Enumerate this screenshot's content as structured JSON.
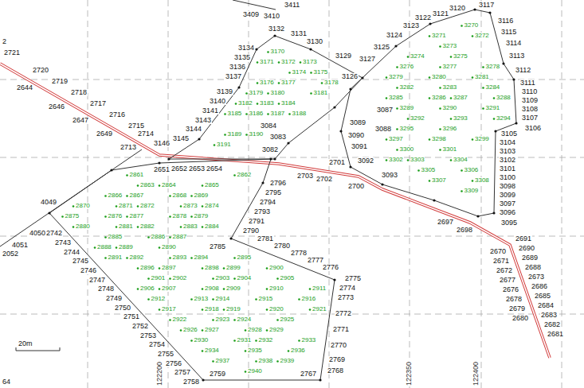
{
  "diagram": {
    "labels": [
      "3411",
      "3410",
      "3409",
      "2721",
      "2644",
      "2720",
      "2719",
      "2646",
      "2718",
      "2647",
      "2717",
      "2716",
      "2649",
      "2715",
      "2714",
      "2713",
      "4049",
      "4050",
      "4051",
      "2052",
      "2742",
      "2743",
      "2744",
      "2745",
      "2746",
      "2747",
      "2748",
      "2749",
      "2750",
      "2751",
      "2752",
      "2753",
      "2754",
      "2755",
      "2756",
      "2757",
      "2758",
      "2759",
      "2767",
      "2768",
      "2769",
      "2770",
      "2771",
      "2772",
      "2773",
      "2774",
      "2775",
      "2776",
      "2777",
      "2778",
      "2780",
      "2781",
      "2790",
      "2791",
      "2793",
      "2794",
      "2795",
      "2796",
      "2785",
      "2651",
      "2652",
      "2653",
      "2654",
      "3146",
      "3145",
      "3144",
      "3143",
      "3141",
      "3140",
      "3139",
      "3137",
      "3136",
      "3135",
      "3134",
      "3132",
      "3131",
      "3130",
      "3129",
      "3084",
      "3083",
      "3082",
      "2703",
      "2702",
      "2701",
      "2700",
      "3126",
      "3127",
      "3125",
      "3124",
      "3123",
      "3122",
      "3121",
      "3120",
      "3117",
      "3116",
      "3115",
      "3114",
      "3113",
      "3112",
      "3111",
      "3110",
      "3109",
      "3108",
      "3107",
      "3106",
      "3105",
      "3104",
      "3103",
      "3102",
      "3101",
      "3100",
      "3098",
      "3099",
      "3097",
      "3096",
      "3095",
      "3093",
      "3092",
      "3091",
      "3090",
      "3089",
      "3088",
      "3087",
      "2697",
      "2698",
      "2691",
      "2690",
      "2689",
      "2688",
      "2673",
      "2686",
      "2685",
      "2684",
      "2683",
      "2682",
      "2681",
      "2670",
      "2671",
      "2672",
      "2677",
      "2676",
      "2678",
      "2679",
      "2680",
      "122200",
      "122350",
      "122400",
      "20m",
      "2",
      "64",
      "2861",
      "2862",
      "2863",
      "2864",
      "2865",
      "2866",
      "2867",
      "2868",
      "2869",
      "2870",
      "2871",
      "2872",
      "2873",
      "2874",
      "2875",
      "2876",
      "2877",
      "2878",
      "2879",
      "2880",
      "2881",
      "2882",
      "2883",
      "2884",
      "2885",
      "2886",
      "2887",
      "2888",
      "2889",
      "2890",
      "2891",
      "2892",
      "2893",
      "2894",
      "2895",
      "2896",
      "2897",
      "2898",
      "2899",
      "2900",
      "2901",
      "2902",
      "2903",
      "2904",
      "2905",
      "2906",
      "2907",
      "2908",
      "2909",
      "2910",
      "2911",
      "2912",
      "2913",
      "2914",
      "2915",
      "2916",
      "2917",
      "2918",
      "2919",
      "2920",
      "2921",
      "2922",
      "2923",
      "2924",
      "2925",
      "2926",
      "2927",
      "2928",
      "2929",
      "2930",
      "2931",
      "2932",
      "2933",
      "2934",
      "2935",
      "2936",
      "2937",
      "2938",
      "2939",
      "2940",
      "3170",
      "3171",
      "3172",
      "3173",
      "3174",
      "3175",
      "3176",
      "3177",
      "3178",
      "3179",
      "3180",
      "3181",
      "3182",
      "3183",
      "3184",
      "3185",
      "3186",
      "3187",
      "3188",
      "3189",
      "3190",
      "3191",
      "3270",
      "3271",
      "3272",
      "3273",
      "3274",
      "3275",
      "3276",
      "3277",
      "3278",
      "3279",
      "3280",
      "3281",
      "3282",
      "3283",
      "3284",
      "3285",
      "3286",
      "3287",
      "3288",
      "3289",
      "3290",
      "3291",
      "3292",
      "3293",
      "3294",
      "3295",
      "3296",
      "3297",
      "3298",
      "3299",
      "3300",
      "3301",
      "3302",
      "3303",
      "3304",
      "3305",
      "3306",
      "3307",
      "3308",
      "3309"
    ]
  }
}
